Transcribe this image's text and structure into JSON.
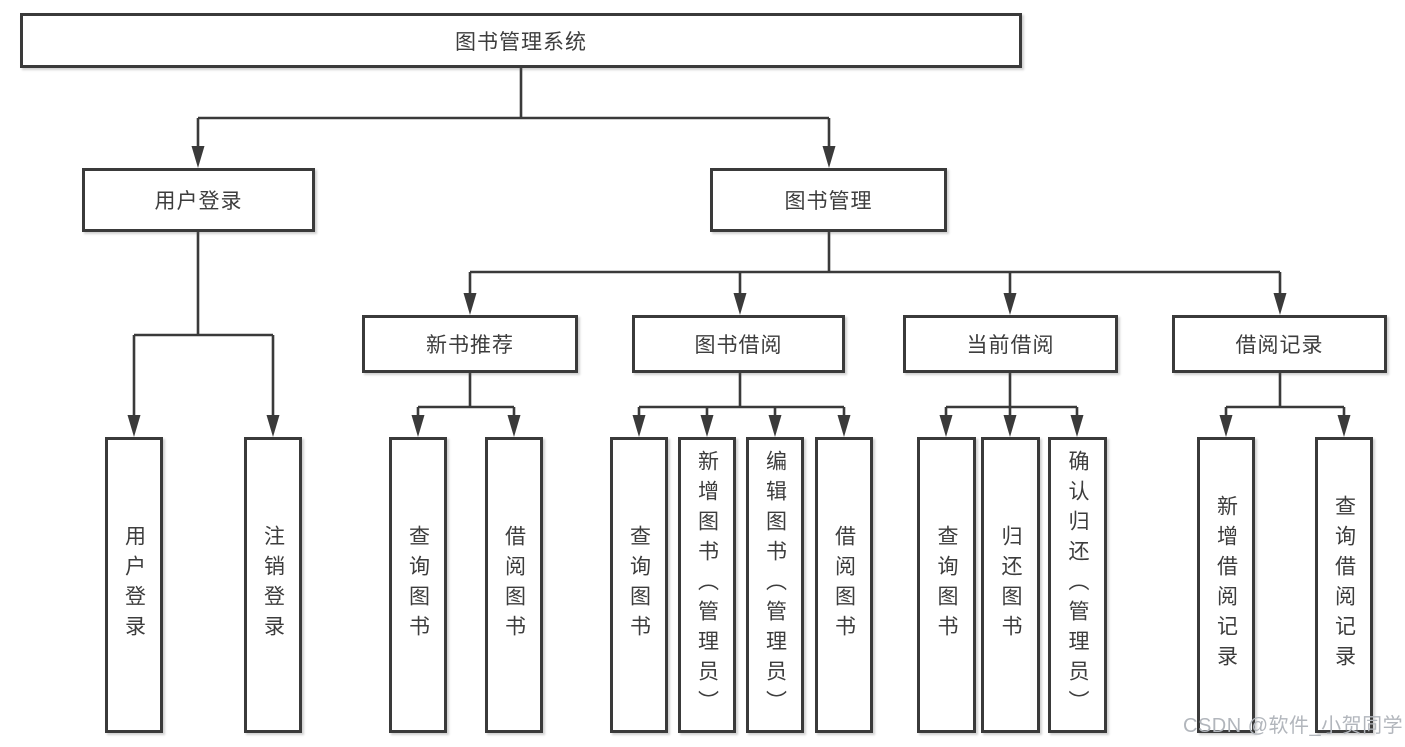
{
  "tree": {
    "root": {
      "label": "图书管理系统"
    },
    "branches": [
      {
        "label": "用户登录",
        "children": [
          {
            "label": "用户登录"
          },
          {
            "label": "注销登录"
          }
        ]
      },
      {
        "label": "图书管理",
        "children": [
          {
            "label": "新书推荐",
            "children": [
              {
                "label": "查询图书"
              },
              {
                "label": "借阅图书"
              }
            ]
          },
          {
            "label": "图书借阅",
            "children": [
              {
                "label": "查询图书"
              },
              {
                "label": "新增图书（管理员）"
              },
              {
                "label": "编辑图书（管理员）"
              },
              {
                "label": "借阅图书"
              }
            ]
          },
          {
            "label": "当前借阅",
            "children": [
              {
                "label": "查询图书"
              },
              {
                "label": "归还图书"
              },
              {
                "label": "确认归还（管理员）"
              }
            ]
          },
          {
            "label": "借阅记录",
            "children": [
              {
                "label": "新增借阅记录"
              },
              {
                "label": "查询借阅记录"
              }
            ]
          }
        ]
      }
    ]
  },
  "watermark": {
    "text": "CSDN @软件_小贺同学"
  },
  "colors": {
    "line": "#3a3a3a",
    "text": "#3d3d3d",
    "box_fill": "#ffffff",
    "watermark": "#b2b6bc",
    "background": "#ffffff"
  }
}
